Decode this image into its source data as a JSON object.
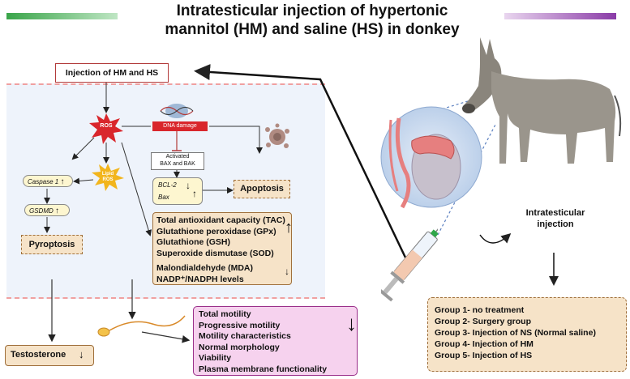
{
  "title": {
    "line1": "Intratesticular injection of hypertonic",
    "line2": "mannitol (HM) and saline (HS) in donkey"
  },
  "colors": {
    "green_bar": "#3aa54a",
    "purple_bar": "#8a3ba7",
    "ros_red": "#d9262c",
    "pink_box": "#f6d2ee",
    "tan_box": "#f6e3c8"
  },
  "injection_label": "Injection of HM and HS",
  "ros_label": "ROS",
  "dna_damage_label": "DNA damage",
  "activated_label": {
    "line1": "Activated",
    "line2": "BAX and BAK"
  },
  "bcl2_label": "BCL-2",
  "bax_label": "Bax",
  "apoptosis_label": "Apoptosis",
  "caspase_label": "Caspase 1",
  "lipid_ros_label": {
    "line1": "Lipid",
    "line2": "ROS"
  },
  "gsdmd_label": "GSDMD",
  "pyroptosis_label": "Pyroptosis",
  "antioxidant": {
    "items": [
      "Total antioxidant capacity (TAC)",
      "Glutathione peroxidase (GPx)",
      "Glutathione (GSH)",
      "Superoxide dismutase (SOD)"
    ],
    "items2": [
      "Malondialdehyde (MDA)",
      "NADP⁺/NADPH levels"
    ]
  },
  "testosterone_label": "Testosterone",
  "sperm_params": [
    "Total motility",
    "Progressive motility",
    "Motility characteristics",
    "Normal morphology",
    "Viability",
    "Plasma membrane functionality"
  ],
  "intratesticular_label": {
    "line1": "Intratesticular",
    "line2": "injection"
  },
  "groups": [
    "Group 1- no treatment",
    "Group 2- Surgery group",
    "Group 3- Injection of NS (Normal saline)",
    "Group 4- Injection of HM",
    "Group 5- Injection of HS"
  ]
}
